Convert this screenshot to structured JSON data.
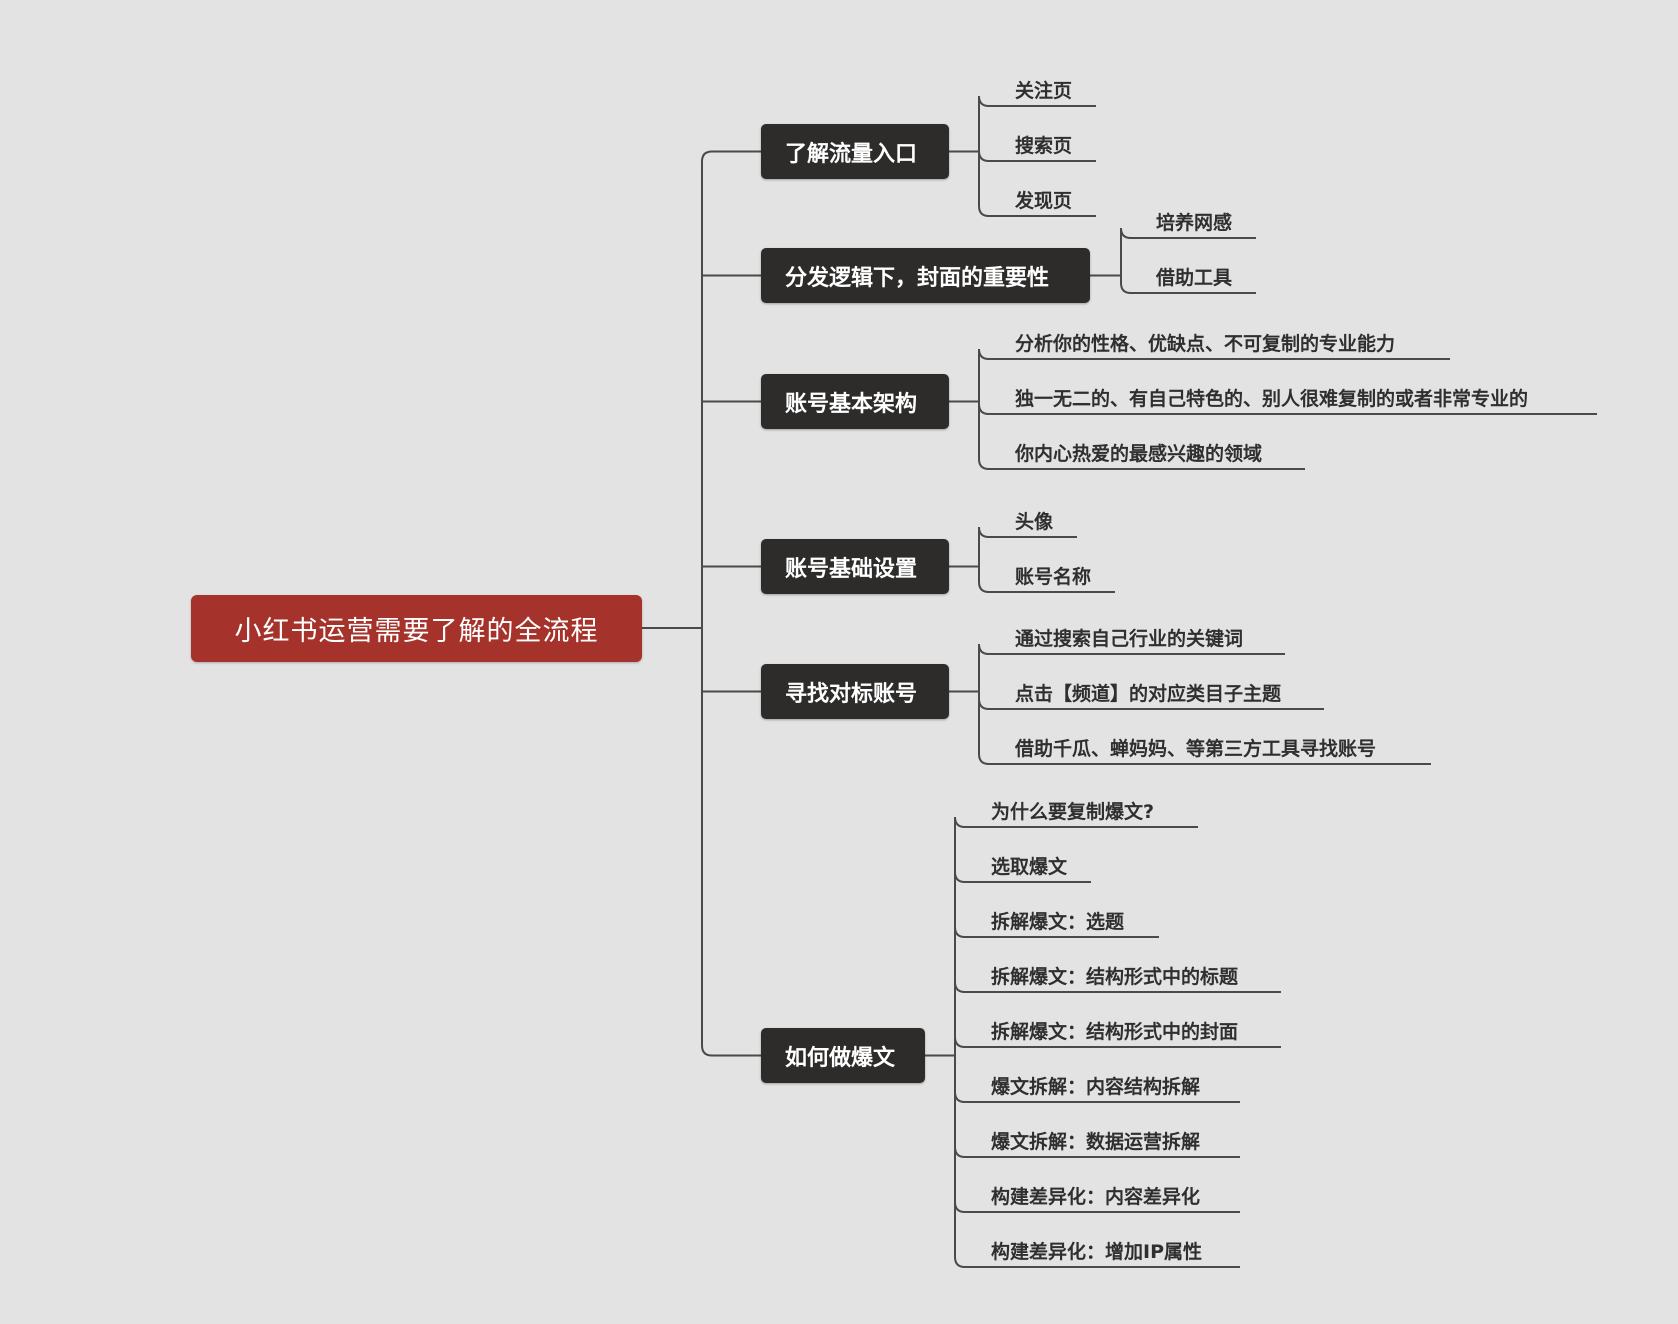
{
  "root": {
    "label": "小红书运营需要了解的全流程"
  },
  "colors": {
    "background": "#e3e3e3",
    "root": "#a6332b",
    "branch": "#2d2c2b",
    "line": "#4a4a4a"
  },
  "branches": [
    {
      "label": "了解流量入口",
      "children": [
        "关注页",
        "搜索页",
        "发现页"
      ]
    },
    {
      "label": "分发逻辑下，封面的重要性",
      "children": [
        "培养网感",
        "借助工具"
      ]
    },
    {
      "label": "账号基本架构",
      "children": [
        "分析你的性格、优缺点、不可复制的专业能力",
        "独一无二的、有自己特色的、别人很难复制的或者非常专业的",
        "你内心热爱的最感兴趣的领域"
      ]
    },
    {
      "label": "账号基础设置",
      "children": [
        "头像",
        "账号名称"
      ]
    },
    {
      "label": "寻找对标账号",
      "children": [
        "通过搜索自己行业的关键词",
        "点击【频道】的对应类目子主题",
        "借助千瓜、蝉妈妈、等第三方工具寻找账号"
      ]
    },
    {
      "label": "如何做爆文",
      "children": [
        "为什么要复制爆文?",
        "选取爆文",
        "拆解爆文：选题",
        "拆解爆文：结构形式中的标题",
        "拆解爆文：结构形式中的封面",
        "爆文拆解：内容结构拆解",
        "爆文拆解：数据运营拆解",
        "构建差异化：内容差异化",
        "构建差异化：增加IP属性"
      ]
    }
  ]
}
